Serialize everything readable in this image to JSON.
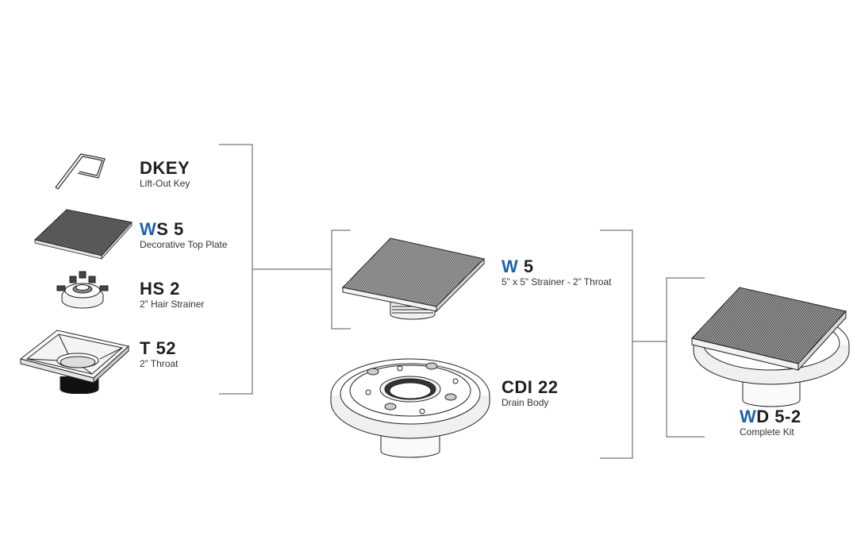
{
  "colors": {
    "accent": "#1d62a8",
    "line": "#555555",
    "text": "#1f1f1f"
  },
  "parts": {
    "dkey": {
      "code_accent": "",
      "code_rest": "DKEY",
      "desc": "Lift-Out Key",
      "icon": "lift-out-key-icon"
    },
    "ws5": {
      "code_accent": "W",
      "code_rest": "S 5",
      "desc": "Decorative Top Plate",
      "icon": "top-plate-icon"
    },
    "hs2": {
      "code_accent": "",
      "code_rest": "HS 2",
      "desc": "2” Hair Strainer",
      "icon": "hair-strainer-icon"
    },
    "t52": {
      "code_accent": "",
      "code_rest": "T 52",
      "desc": "2” Throat",
      "icon": "throat-icon"
    },
    "w5": {
      "code_accent": "W",
      "code_rest": " 5",
      "desc": "5” x 5” Strainer - 2” Throat",
      "icon": "strainer-assembly-icon"
    },
    "cdi22": {
      "code_accent": "",
      "code_rest": "CDI 22",
      "desc": "Drain Body",
      "icon": "drain-body-icon"
    },
    "wd52": {
      "code_accent": "W",
      "code_rest": "D 5-2",
      "desc": "Complete Kit",
      "icon": "complete-kit-icon"
    }
  }
}
